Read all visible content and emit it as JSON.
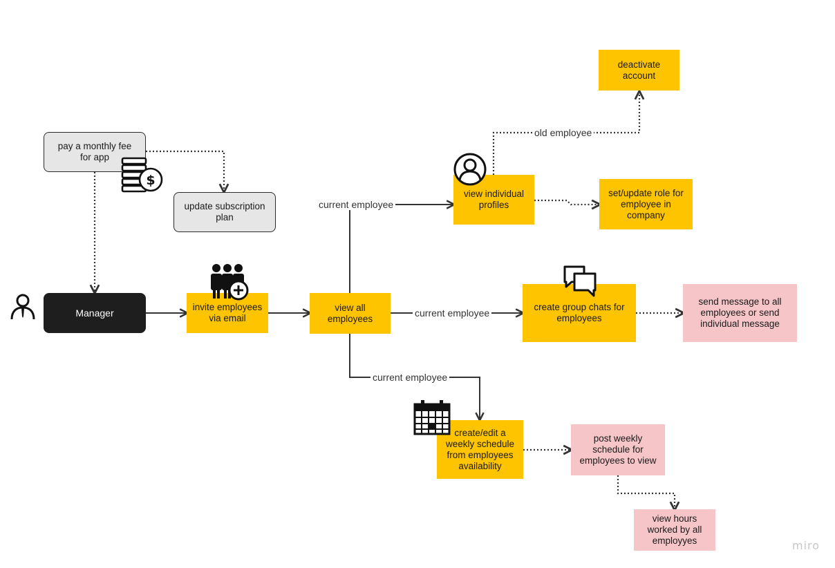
{
  "nodes": {
    "manager": "Manager",
    "pay_fee": "pay a monthly fee for app",
    "update_subscription": "update subscription plan",
    "invite": "invite employees via email",
    "view_all": "view all employees",
    "view_profiles": "view individual profiles",
    "deactivate": "deactivate account",
    "set_role": "set/update role for employee in company",
    "group_chats": "create group chats for employees",
    "send_message": "send message to all employees or send individual message",
    "schedule": "create/edit a weekly schedule from employees availability",
    "post_schedule": "post weekly schedule for employees to view",
    "view_hours": "view hours worked by all employyes"
  },
  "edge_labels": {
    "old_employee": "old employee",
    "current_profiles": "current employee",
    "current_chats": "current employee",
    "current_schedule": "current employee"
  },
  "icons": {
    "manager": "person-icon",
    "pay_fee": "money-stack-icon",
    "invite": "add-people-icon",
    "profiles": "user-circle-icon",
    "chats": "chat-bubbles-icon",
    "schedule": "calendar-icon"
  },
  "colors": {
    "yellow": "#ffc400",
    "pink": "#f6c5c8",
    "grey": "#e6e6e6",
    "black": "#1e1e1e",
    "line": "#333333"
  },
  "brand": "miro"
}
